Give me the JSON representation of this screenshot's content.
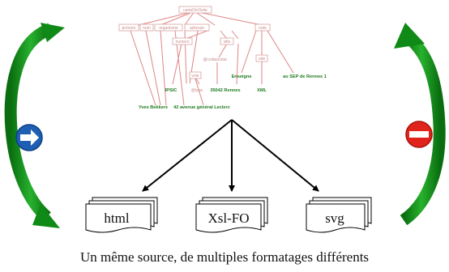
{
  "tree": {
    "root": "carteDeVisite",
    "level1": [
      "prénom",
      "nom",
      "organisme",
      "adresse",
      "note"
    ],
    "level2": [
      "numero",
      "ville",
      "@codepostal",
      "voie",
      "@type",
      "ode"
    ],
    "leaves": [
      "IPSIC",
      "35042 Rennes",
      "Enseigne",
      "au SEP de Rennes 1",
      "XML",
      "Yves Bekkers",
      "42 avenue général Leclerc"
    ]
  },
  "outputs": [
    "html",
    "Xsl-FO",
    "svg"
  ],
  "caption": "Un même source, de multiples formatages différents",
  "colors": {
    "arrow_green": "#0f8a16",
    "badge_blue": "#1e5fb3",
    "badge_red": "#e0241b",
    "tree_line": "#e08585",
    "leaf_text": "#1f7a1f"
  }
}
